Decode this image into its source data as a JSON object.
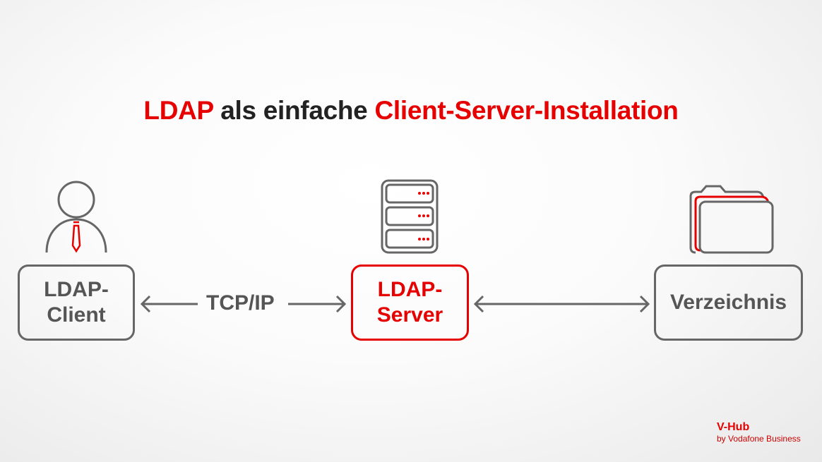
{
  "title": {
    "part1": "LDAP",
    "part2": " als einfache ",
    "part3": "Client-Server-Installation"
  },
  "nodes": {
    "client": {
      "line1": "LDAP-",
      "line2": "Client"
    },
    "server": {
      "line1": "LDAP-",
      "line2": "Server"
    },
    "directory": {
      "label": "Verzeichnis"
    }
  },
  "connection_label": "TCP/IP",
  "brand": {
    "name": "V-Hub",
    "tagline": "by Vodafone Business"
  },
  "colors": {
    "accent": "#e60000",
    "stroke": "#666666"
  }
}
